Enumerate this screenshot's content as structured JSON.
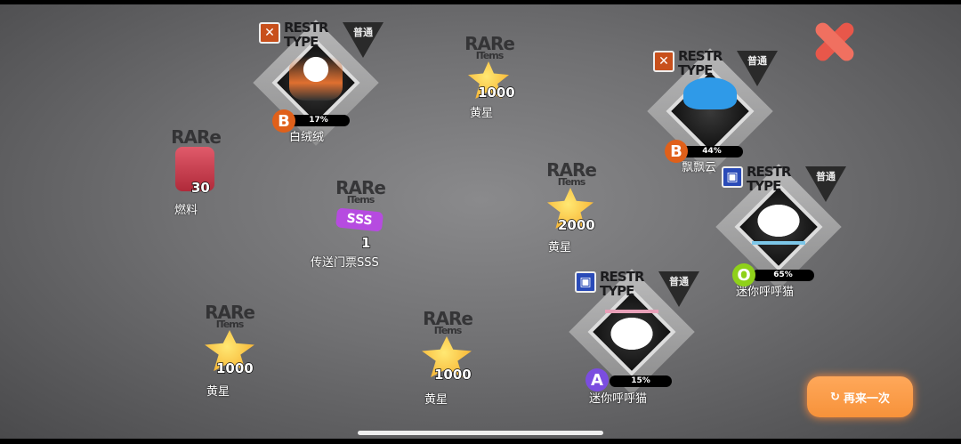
{
  "rare_logo": {
    "top": "RARe",
    "bottom": "ITems"
  },
  "restr_logo": {
    "top": "RESTR",
    "bottom": "TYPE"
  },
  "tier_label": "普通",
  "rewards": [
    {
      "kind": "character",
      "name": "白绒绒",
      "grade": "B",
      "progress": "17%",
      "type_icon": "swords-icon",
      "grade_color": "#e0601a"
    },
    {
      "kind": "item",
      "name": "黄星",
      "qty": "1000",
      "icon": "star-icon"
    },
    {
      "kind": "character",
      "name": "飘飘云",
      "grade": "B",
      "progress": "44%",
      "type_icon": "swords-icon",
      "grade_color": "#e0601a"
    },
    {
      "kind": "item",
      "name": "燃料",
      "qty": "30",
      "icon": "fuel-can-icon"
    },
    {
      "kind": "item",
      "name": "传送门票SSS",
      "qty": "1",
      "icon": "ticket-icon",
      "ticket_text": "SSS"
    },
    {
      "kind": "item",
      "name": "黄星",
      "qty": "2000",
      "icon": "star-icon"
    },
    {
      "kind": "character",
      "name": "迷你呼呼猫",
      "grade": "O",
      "progress": "65%",
      "type_icon": "chip-icon",
      "grade_color": "#8fd11a"
    },
    {
      "kind": "character",
      "name": "迷你呼呼猫",
      "grade": "A",
      "progress": "15%",
      "type_icon": "chip-icon",
      "grade_color": "#7b4de0"
    },
    {
      "kind": "item",
      "name": "黄星",
      "qty": "1000",
      "icon": "star-icon"
    },
    {
      "kind": "item",
      "name": "黄星",
      "qty": "1000",
      "icon": "star-icon"
    }
  ],
  "retry_button": "再来一次",
  "colors": {
    "accent": "#f7923a",
    "close": "#e8574a"
  }
}
